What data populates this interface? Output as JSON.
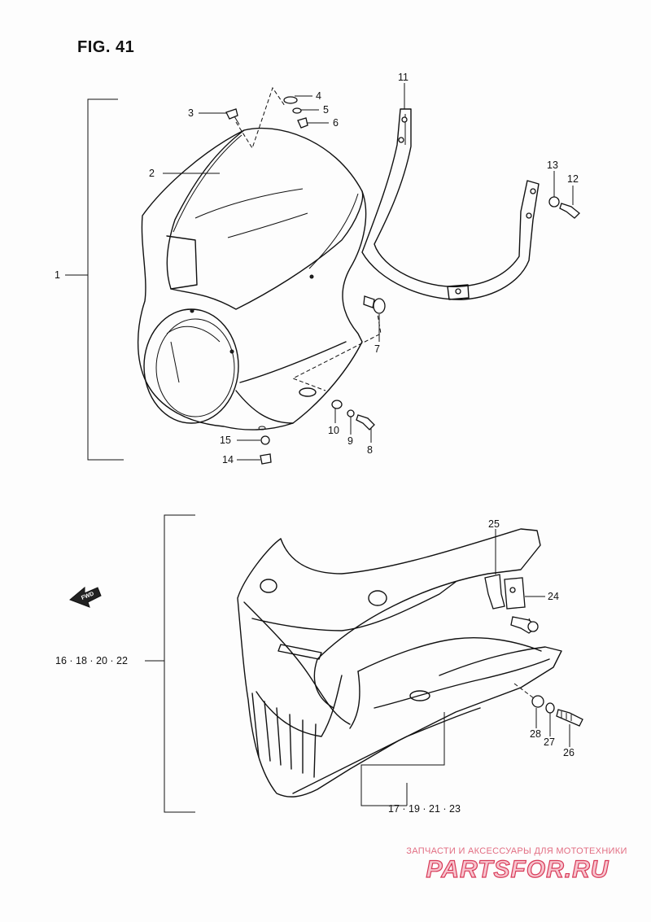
{
  "figure": {
    "title": "FIG. 41"
  },
  "callouts": {
    "c1": "1",
    "c2": "2",
    "c3": "3",
    "c4": "4",
    "c5": "5",
    "c6": "6",
    "c7": "7",
    "c8": "8",
    "c9": "9",
    "c10": "10",
    "c11": "11",
    "c12": "12",
    "c13": "13",
    "c14": "14",
    "c15": "15",
    "c16group": "16 · 18 · 20 · 22",
    "c17group": "17 · 19 · 21 · 23",
    "c24": "24",
    "c25": "25",
    "c26": "26",
    "c27": "27",
    "c28": "28"
  },
  "fwd_arrow": {
    "label": "FWD"
  },
  "watermark": {
    "tagline": "ЗАПЧАСТИ И АКСЕССУАРЫ ДЛЯ МОТОТЕХНИКИ",
    "brand": "PARTSFOR.RU",
    "color": "#d83a58"
  }
}
